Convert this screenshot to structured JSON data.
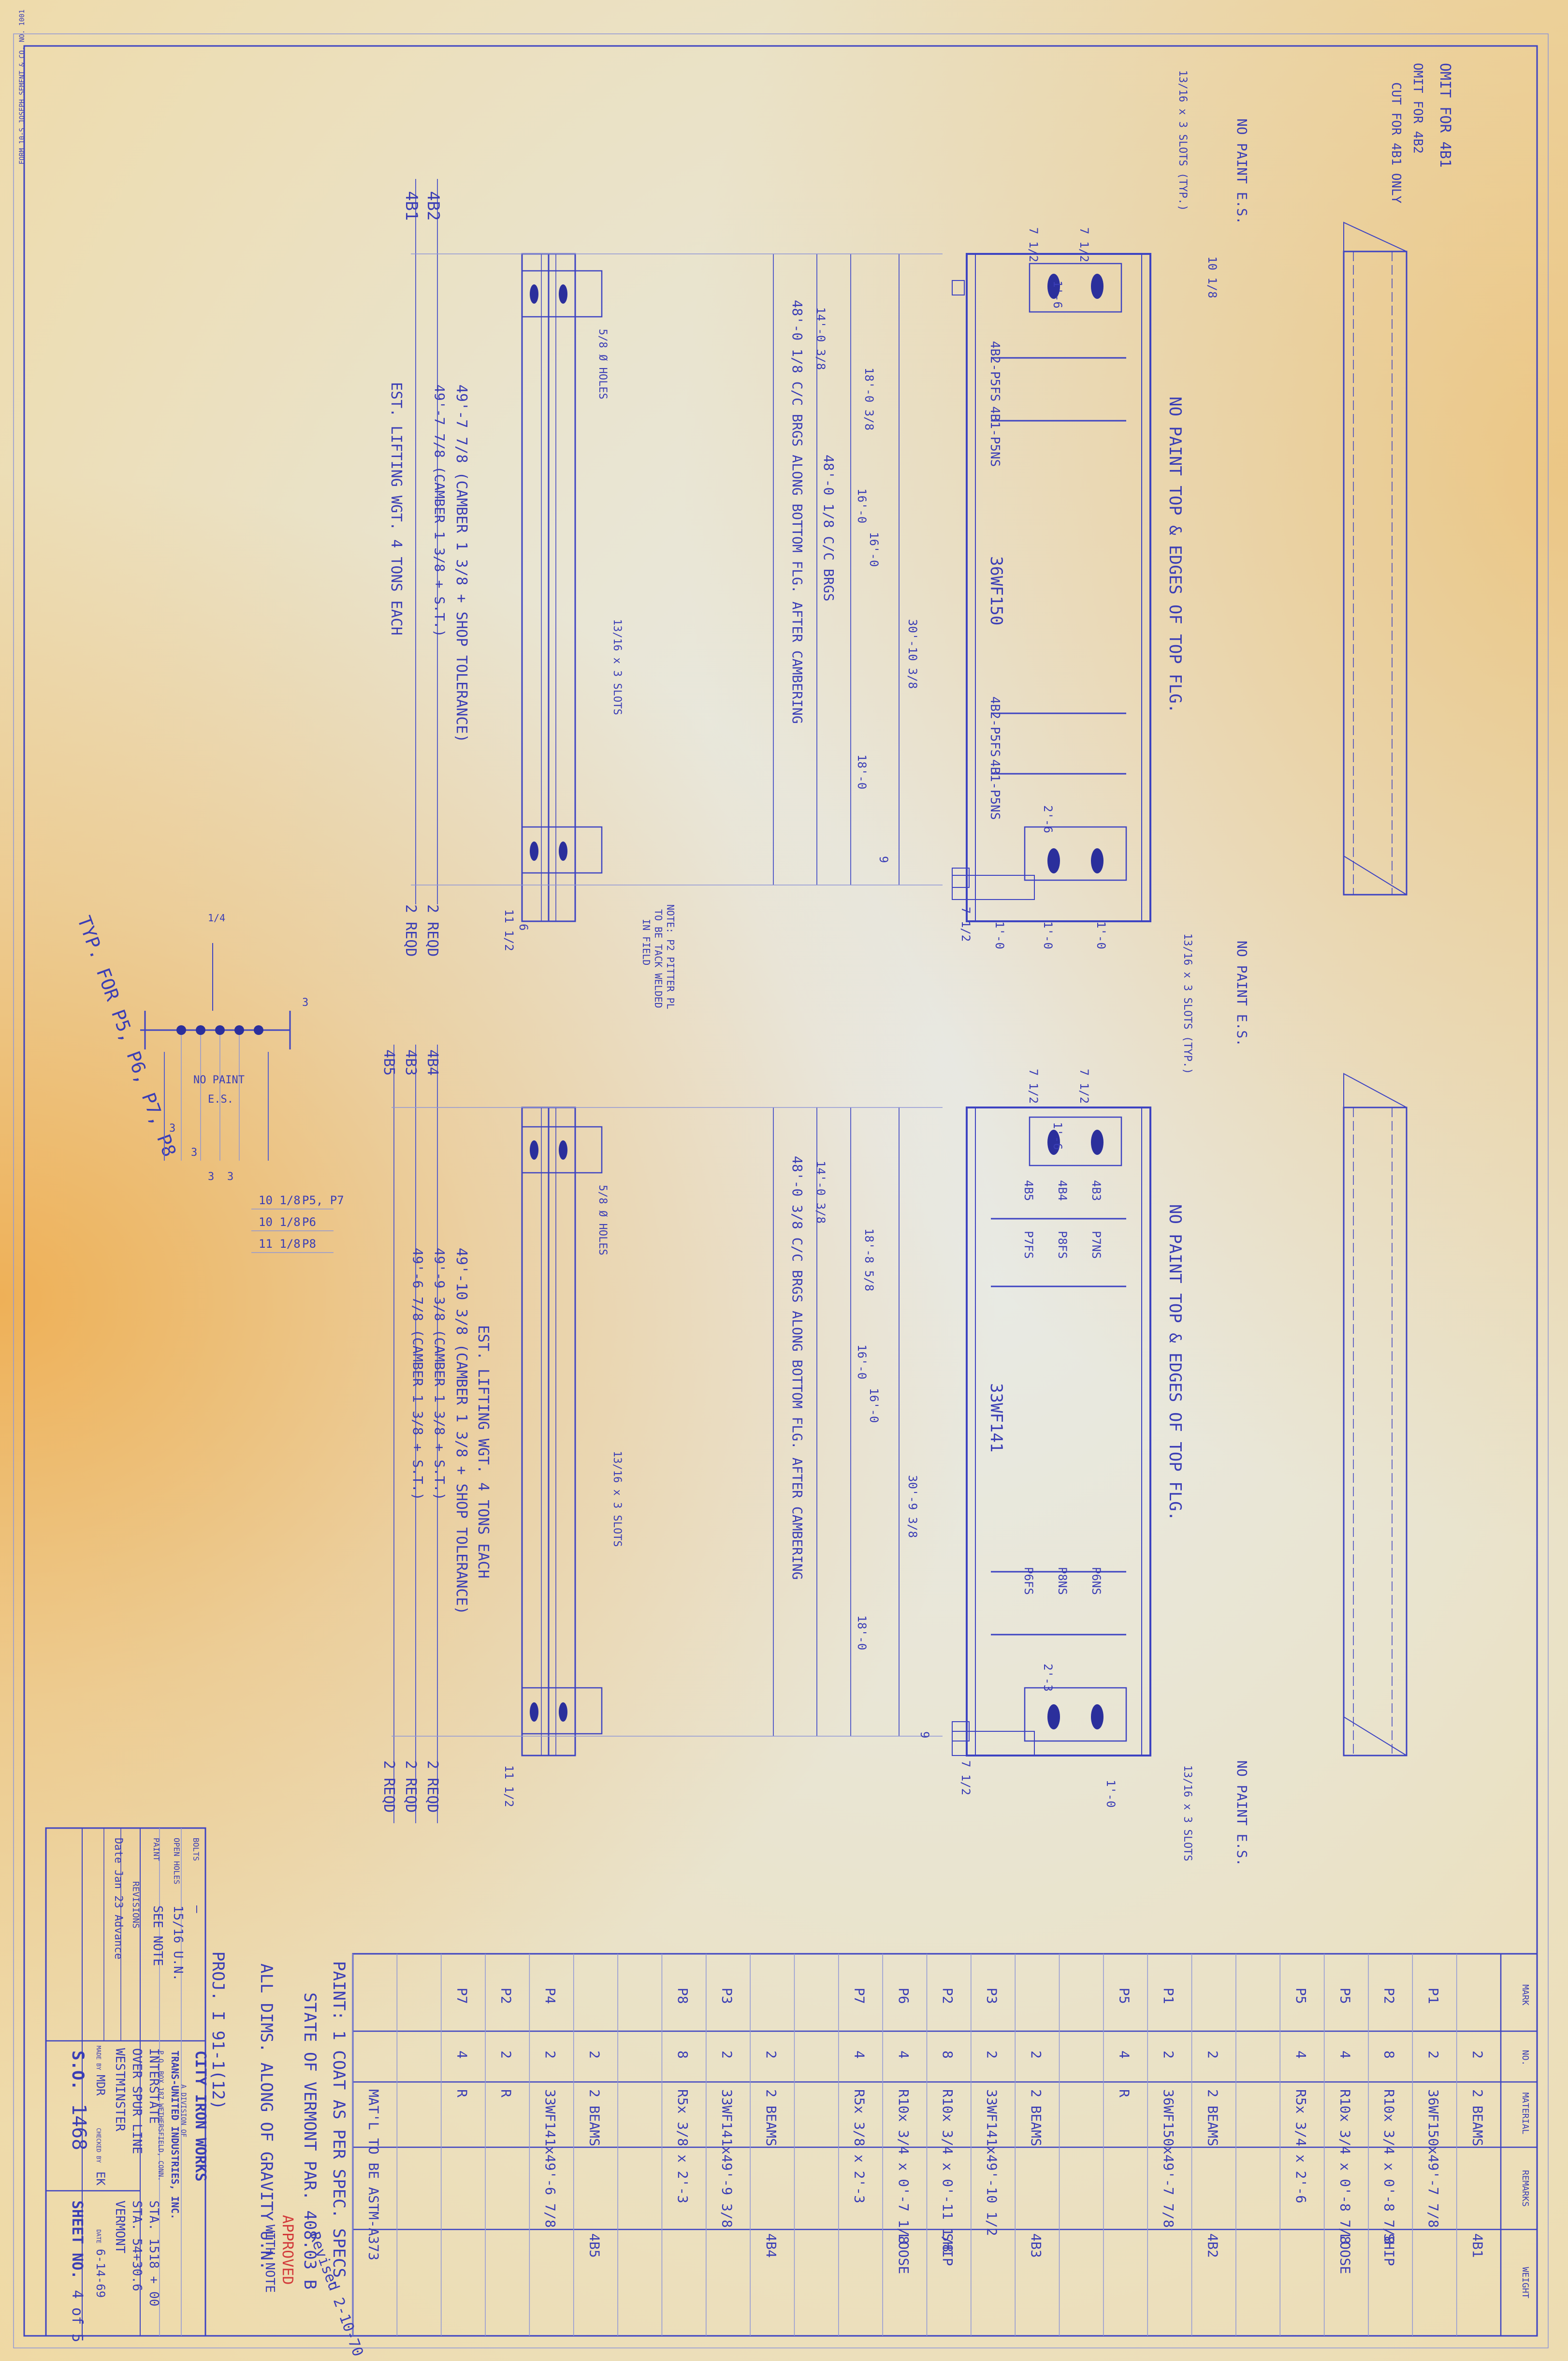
{
  "corner_print": "FORM 10-S JOSEPH SEMENT & CO.  NO. 1001",
  "header_labels": {
    "mark": "MARK",
    "no": "NO.",
    "material": "MATERIAL",
    "remarks": "REMARKS",
    "weight": "WEIGHT"
  },
  "bom_rows": [
    {
      "mark": "",
      "no": "2",
      "material": "2 BEAMS",
      "remarks": "4B1"
    },
    {
      "mark": "P1",
      "no": "2",
      "material": "36WF150x49'-7 7/8",
      "remarks": ""
    },
    {
      "mark": "P2",
      "no": "8",
      "material": "R10x 3/4 x 0'-8 7/8",
      "remarks": "SHIP"
    },
    {
      "mark": "P5",
      "no": "4",
      "material": "R10x 3/4 x 0'-8 7/8",
      "remarks": "LOOSE"
    },
    {
      "mark": "P5",
      "no": "4",
      "material": "R5x 3/4 x 2'-6",
      "remarks": ""
    },
    {
      "mark": "",
      "no": "",
      "material": "",
      "remarks": ""
    },
    {
      "mark": "",
      "no": "2",
      "material": "2 BEAMS",
      "remarks": "4B2"
    },
    {
      "mark": "P1",
      "no": "2",
      "material": "36WF150x49'-7 7/8",
      "remarks": ""
    },
    {
      "mark": "P5",
      "no": "4",
      "material": "R",
      "remarks": ""
    },
    {
      "mark": "",
      "no": "",
      "material": "",
      "remarks": ""
    },
    {
      "mark": "",
      "no": "2",
      "material": "2 BEAMS",
      "remarks": "4B3"
    },
    {
      "mark": "P3",
      "no": "2",
      "material": "33WF141x49'-10 1/2",
      "remarks": ""
    },
    {
      "mark": "P2",
      "no": "8",
      "material": "R10x 3/4 x 0'-11 1/8",
      "remarks": "SHIP"
    },
    {
      "mark": "P6",
      "no": "4",
      "material": "R10x 3/4 x 0'-7 1/8",
      "remarks": "LOOSE"
    },
    {
      "mark": "P7",
      "no": "4",
      "material": "R5x 3/8 x 2'-3",
      "remarks": ""
    },
    {
      "mark": "",
      "no": "",
      "material": "",
      "remarks": ""
    },
    {
      "mark": "",
      "no": "2",
      "material": "2 BEAMS",
      "remarks": "4B4"
    },
    {
      "mark": "P3",
      "no": "2",
      "material": "33WF141x49'-9 3/8",
      "remarks": ""
    },
    {
      "mark": "P8",
      "no": "8",
      "material": "R5x 3/8 x 2'-3",
      "remarks": ""
    },
    {
      "mark": "",
      "no": "",
      "material": "",
      "remarks": ""
    },
    {
      "mark": "",
      "no": "2",
      "material": "2 BEAMS",
      "remarks": "4B5"
    },
    {
      "mark": "P4",
      "no": "2",
      "material": "33WF141x49'-6 7/8",
      "remarks": ""
    },
    {
      "mark": "P2",
      "no": "2",
      "material": "R",
      "remarks": ""
    },
    {
      "mark": "P7",
      "no": "4",
      "material": "R",
      "remarks": ""
    },
    {
      "mark": "",
      "no": "",
      "material": "",
      "remarks": ""
    },
    {
      "mark": "",
      "no": "",
      "material": "MAT'L TO BE ASTM-A373",
      "remarks": ""
    }
  ],
  "notes": [
    "PAINT: 1 COAT AS PER SPEC. SPECS.",
    "STATE OF VERMONT PAR. 408.03 B",
    "ALL DIMS. ALONG OF GRAVITY U.N.",
    "PROJ. I 91-1(12)"
  ],
  "title_block": {
    "bolts_label": "BOLTS",
    "bolts_value": "—",
    "open_holes_label": "OPEN HOLES",
    "open_holes_value": "15/16 U.N.",
    "paint_label": "PAINT",
    "paint_value": "SEE NOTE",
    "revisions_label": "REVISIONS",
    "revisions_value": "Date  Jan 23 Advance",
    "company": "CITY IRON WORKS",
    "division": "A DIVISION OF",
    "parent": "TRANS-UNITED INDUSTRIES, INC.",
    "address": "P.O. BOX 187   WETHERSFIELD, CONN.",
    "job1": "INTERSTATE",
    "job2": "OVER SPUR LINE",
    "job3": "WESTMINSTER",
    "sta1": "STA. 1518 + 00",
    "sta2": "STA. 54+30.6",
    "state": "VERMONT",
    "drawn_by_label": "MADE BY",
    "drawn_by": "MDR",
    "checked_label": "CHECKED BY",
    "checked_by": "EK",
    "date_label": "DATE",
    "date": "6-14-69",
    "so_label": "S.O.",
    "so_value": "1468",
    "sheet_label": "SHEET NO.",
    "sheet_value": "4 of 5"
  },
  "stamps": {
    "approved": "APPROVED",
    "approved_sub": "WITH NOTE",
    "red_note": "Revised 2-10-70"
  },
  "beam_top": {
    "marks": [
      "4B1",
      "4B2"
    ],
    "reqd": [
      "2 REQD",
      "2 REQD"
    ],
    "lengths": [
      "49'-7 7/8 (CAMBER 1 3/8 + SHOP TOLERANCE)",
      "49'-7 7/8 (CAMBER 1 3/8 + S.T.)"
    ],
    "lift_weight": "EST. LIFTING WGT. 4 TONS EACH",
    "section": "36WF150",
    "no_paint_top": "NO PAINT TOP & EDGES OF TOP FLG.",
    "no_paint_es_1": "NO PAINT E.S.",
    "no_paint_es_2": "NO PAINT E.S.",
    "slots": "13/16 x 3 SLOTS (TYP.)",
    "slots_mid": "13/16 x 3 SLOTS",
    "omit_4b1": "OMIT FOR 4B1",
    "omit_4b2": "OMIT FOR 4B2",
    "cut_4b1": "CUT FOR 4B1 ONLY",
    "holes": "5/8 Ø HOLES",
    "brg_text": "48'-0 1/8 C/C BRGS ALONG BOTTOM FLG. AFTER CAMBERING",
    "brg_cc": "48'-0 1/8 C/C BRGS",
    "stiff_1": "4B2-P5FS",
    "stiff_2": "4B1-P5NS",
    "stiff_3": "4B2-P5FS",
    "stiff_4": "4B1-P5NS",
    "note_pl": "NOTE: P2 PITTER PL",
    "note_pl2": "TO BE TACK WELDED",
    "note_pl3": "IN FIELD",
    "dims": [
      "7 1/2",
      "7 1/2",
      "1'-6",
      "16'-0",
      "16'-0",
      "18'-0",
      "14'-0 3/8",
      "18'-0 3/8",
      "30'-10 3/8",
      "2'-6",
      "1'-0",
      "1'-0",
      "1'-0",
      "7 1/2",
      "9",
      "10 1/8",
      "11 1/2",
      "6"
    ]
  },
  "beam_bottom": {
    "marks": [
      "4B3",
      "4B4",
      "4B5"
    ],
    "reqd": [
      "2 REQD",
      "2 REQD",
      "2 REQD"
    ],
    "lengths": [
      "49'-10 3/8 (CAMBER 1 3/8 + SHOP TOLERANCE)",
      "49'-9 3/8 (CAMBER 1 3/8 + S.T.)",
      "49'-6 7/8 (CAMBER 1 3/8 + S.T.)"
    ],
    "lift_weight": "EST. LIFTING WGT. 4 TONS EACH",
    "section": "33WF141",
    "no_paint_top": "NO PAINT TOP & EDGES OF TOP FLG.",
    "no_paint_es": "NO PAINT E.S.",
    "slots": "13/16 x 3 SLOTS",
    "slots_mid": "13/16 x 3 SLOTS",
    "holes": "5/8 Ø HOLES",
    "brg_text": "48'-0 3/8 C/C BRGS ALONG BOTTOM FLG. AFTER CAMBERING",
    "stiff_cols": [
      "4B3",
      "4B4",
      "4B5"
    ],
    "stiff_a": [
      "P7NS",
      "P8FS",
      "P7FS"
    ],
    "stiff_b": [
      "P6NS",
      "P8NS",
      "P6FS"
    ],
    "dims": [
      "7 1/2",
      "7 1/2",
      "1'-6",
      "16'-0",
      "16'-0",
      "18'-0",
      "14'-0 3/8",
      "18'-8 5/8",
      "30'-9 3/8",
      "2'-3",
      "1'-0",
      "9",
      "7 1/2",
      "11 1/2"
    ]
  },
  "detail": {
    "title": "TYP. FOR P5, P6, P7, P8",
    "no_paint": "NO PAINT",
    "es": "E.S.",
    "weld": "1/4",
    "dims": [
      "3",
      "3",
      "3",
      "3",
      "3"
    ],
    "table": [
      {
        "size": "10 1/8",
        "plates": "P5, P7"
      },
      {
        "size": "10 1/8",
        "plates": "P6"
      },
      {
        "size": "11 1/8",
        "plates": "P8"
      }
    ]
  }
}
